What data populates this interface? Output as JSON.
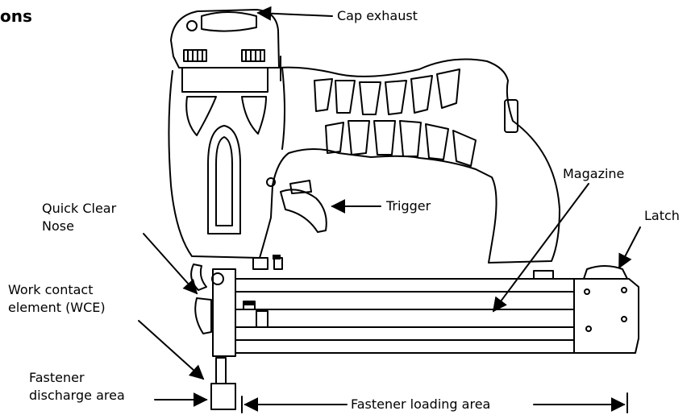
{
  "heading": "ons",
  "labels": {
    "cap_exhaust": "Cap exhaust",
    "trigger": "Trigger",
    "magazine": "Magazine",
    "latch": "Latch",
    "quick_clear_nose_line1": "Quick Clear",
    "quick_clear_nose_line2": "Nose",
    "wce_line1": "Work contact",
    "wce_line2": "element (WCE)",
    "discharge_line1": "Fastener",
    "discharge_line2": "discharge area",
    "loading_area": "Fastener loading area"
  },
  "colors": {
    "ink": "#000000",
    "paper": "#ffffff"
  }
}
